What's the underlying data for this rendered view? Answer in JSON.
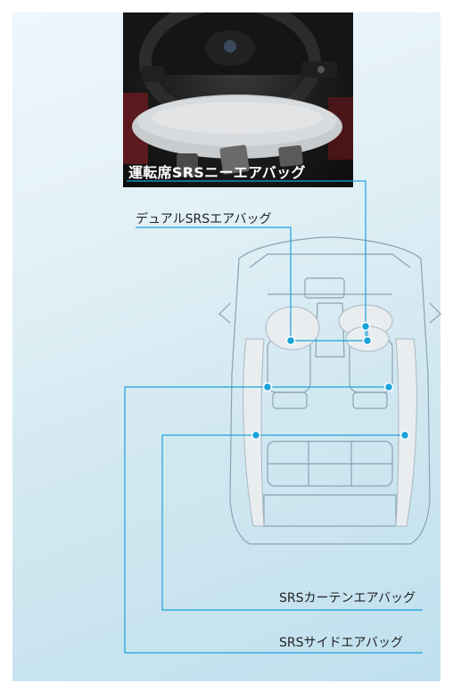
{
  "labels": {
    "knee_airbag": "運転席SRSニーエアバッグ",
    "dual_airbag": "デュアルSRSエアバッグ",
    "curtain_airbag": "SRSカーテンエアバッグ",
    "side_airbag": "SRSサイドエアバッグ"
  },
  "colors": {
    "leader_line": "#1aa3d9",
    "car_outline": "#8ba3b2",
    "airbag_fill": "#e8ecef"
  }
}
